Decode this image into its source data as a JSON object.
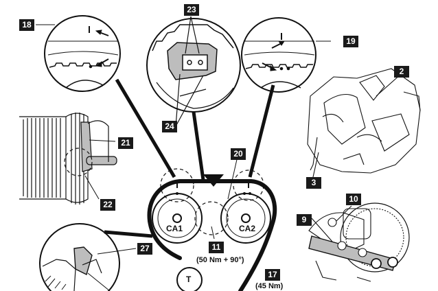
{
  "callouts": [
    "18",
    "23",
    "19",
    "2",
    "20",
    "21",
    "22",
    "3",
    "9",
    "10",
    "11",
    "17",
    "27",
    "24"
  ],
  "pulleys": {
    "cam1": "CA1",
    "cam2": "CA2",
    "tensioner": "T"
  },
  "torques": {
    "item11": "(50 Nm + 90°)",
    "item17": "(45 Nm)"
  },
  "colors": {
    "line": "#111111",
    "tag_bg": "#1a1a1a",
    "tag_text": "#ffffff",
    "fill": "#bdbdbd"
  }
}
